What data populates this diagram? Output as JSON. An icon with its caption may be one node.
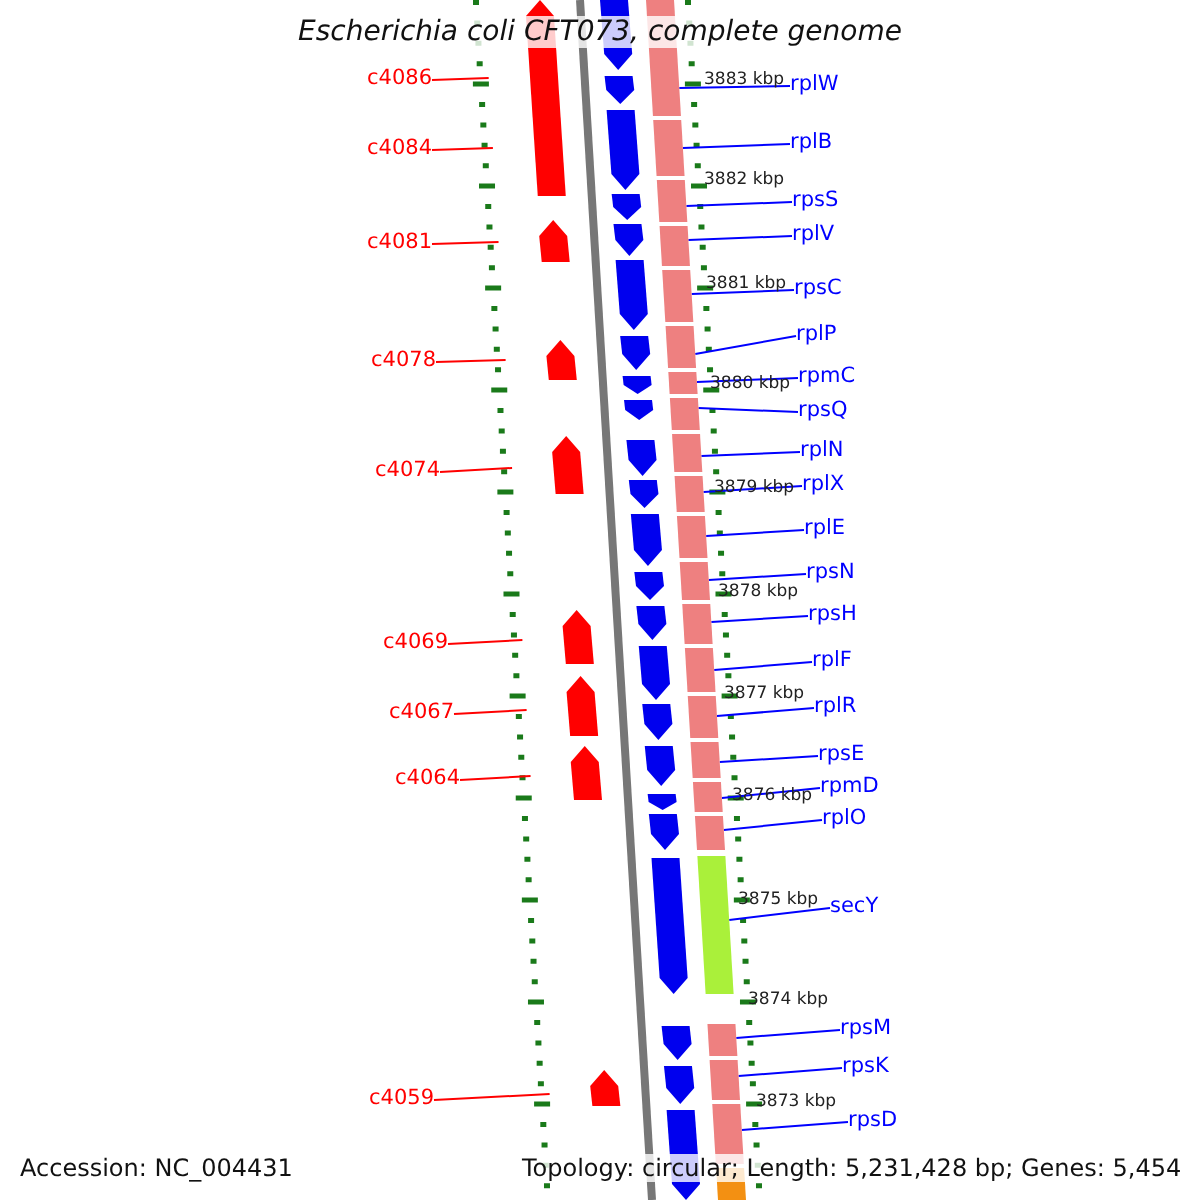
{
  "diagram": {
    "title": "Escherichia coli CFT073, complete genome",
    "nodes": [
      {
        "text": [
          "c4086"
        ]
      },
      {
        "text": [
          "c4084"
        ]
      },
      {
        "text": [
          "c4081"
        ]
      },
      {
        "text": [
          "c4078"
        ]
      },
      {
        "text": [
          "c4074"
        ]
      },
      {
        "text": [
          "c4069"
        ]
      },
      {
        "text": [
          "c4067"
        ]
      },
      {
        "text": [
          "c4064"
        ]
      },
      {
        "text": [
          "c4059"
        ]
      },
      {
        "text": [
          "rplW"
        ]
      },
      {
        "text": [
          "rplB"
        ]
      },
      {
        "text": [
          "rpsS"
        ]
      },
      {
        "text": [
          "rplV"
        ]
      },
      {
        "text": [
          "rpsC"
        ]
      },
      {
        "text": [
          "rplP"
        ]
      },
      {
        "text": [
          "rpmC"
        ]
      },
      {
        "text": [
          "rpsQ"
        ]
      },
      {
        "text": [
          "rplN"
        ]
      },
      {
        "text": [
          "rplX"
        ]
      },
      {
        "text": [
          "rplE"
        ]
      },
      {
        "text": [
          "rpsN"
        ]
      },
      {
        "text": [
          "rpsH"
        ]
      },
      {
        "text": [
          "rplF"
        ]
      },
      {
        "text": [
          "rplR"
        ]
      },
      {
        "text": [
          "rpsE"
        ]
      },
      {
        "text": [
          "rpmD"
        ]
      },
      {
        "text": [
          "rplO"
        ]
      },
      {
        "text": [
          "secY"
        ]
      },
      {
        "text": [
          "rpsM"
        ]
      },
      {
        "text": [
          "rpsK"
        ]
      },
      {
        "text": [
          "rpsD"
        ]
      },
      {
        "text": [],
        "shape": "bar"
      },
      {
        "text": [],
        "shape": "bar"
      },
      {
        "text": [],
        "shape": "bar"
      },
      {
        "text": [],
        "shape": "bar"
      },
      {
        "text": [],
        "shape": "bar"
      },
      {
        "text": [],
        "shape": "bar"
      },
      {
        "text": [],
        "shape": "bar"
      },
      {
        "text": [],
        "shape": "bar"
      },
      {
        "text": [],
        "shape": "bar"
      },
      {
        "text": [],
        "shape": "bar"
      },
      {
        "text": [],
        "shape": "bar"
      },
      {
        "text": [],
        "shape": "bar"
      },
      {
        "text": [],
        "shape": "bar"
      },
      {
        "text": [],
        "shape": "bar"
      },
      {
        "text": [],
        "shape": "bar"
      },
      {
        "text": [],
        "shape": "bar"
      },
      {
        "text": [],
        "shape": "bar"
      },
      {
        "text": [],
        "shape": "bar"
      },
      {
        "text": [],
        "shape": "bar"
      },
      {
        "text": [],
        "shape": "bar"
      },
      {
        "text": [],
        "shape": "bar"
      },
      {
        "text": [],
        "shape": "bar"
      },
      {
        "text": [],
        "shape": "bar"
      }
    ],
    "edges": [
      {
        "from": 0,
        "to": 53,
        "arrow": "none",
        "color": "#ff0000"
      },
      {
        "from": 1,
        "to": 53,
        "arrow": "none",
        "color": "#ff0000"
      },
      {
        "from": 2,
        "to": 53,
        "arrow": "none",
        "color": "#ff0000"
      },
      {
        "from": 3,
        "to": 53,
        "arrow": "none",
        "color": "#ff0000"
      },
      {
        "from": 4,
        "to": 53,
        "arrow": "none",
        "color": "#ff0000"
      },
      {
        "from": 5,
        "to": 53,
        "arrow": "none",
        "color": "#ff0000"
      },
      {
        "from": 6,
        "to": 53,
        "arrow": "none",
        "color": "#ff0000"
      },
      {
        "from": 7,
        "to": 53,
        "arrow": "none",
        "color": "#ff0000"
      },
      {
        "from": 8,
        "to": 53,
        "arrow": "none",
        "color": "#ff0000"
      },
      {
        "from": 9,
        "to": 31,
        "arrow": "none"
      },
      {
        "from": 10,
        "to": 32,
        "arrow": "none"
      },
      {
        "from": 11,
        "to": 33,
        "arrow": "none"
      },
      {
        "from": 12,
        "to": 34,
        "arrow": "none"
      },
      {
        "from": 13,
        "to": 35,
        "arrow": "none"
      },
      {
        "from": 14,
        "to": 36,
        "arrow": "none"
      },
      {
        "from": 15,
        "to": 37,
        "arrow": "none"
      },
      {
        "from": 16,
        "to": 38,
        "arrow": "none"
      },
      {
        "from": 17,
        "to": 39,
        "arrow": "none"
      },
      {
        "from": 18,
        "to": 40,
        "arrow": "none"
      },
      {
        "from": 19,
        "to": 41,
        "arrow": "none"
      },
      {
        "from": 20,
        "to": 42,
        "arrow": "none"
      },
      {
        "from": 21,
        "to": 43,
        "arrow": "none"
      },
      {
        "from": 22,
        "to": 44,
        "arrow": "none"
      },
      {
        "from": 23,
        "to": 45,
        "arrow": "none"
      },
      {
        "from": 24,
        "to": 46,
        "arrow": "none"
      },
      {
        "from": 25,
        "to": 47,
        "arrow": "none"
      },
      {
        "from": 26,
        "to": 48,
        "arrow": "none"
      },
      {
        "from": 27,
        "to": 49,
        "arrow": "none"
      },
      {
        "from": 28,
        "to": 50,
        "arrow": "none"
      },
      {
        "from": 29,
        "to": 51,
        "arrow": "none"
      },
      {
        "from": 30,
        "to": 52,
        "arrow": "none"
      }
    ],
    "labels": [
      "3883 kbp",
      "3882 kbp",
      "3881 kbp",
      "3880 kbp",
      "3879 kbp",
      "3878 kbp",
      "3877 kbp",
      "3876 kbp",
      "3875 kbp",
      "3874 kbp",
      "3873 kbp",
      "Accession: NC_004431",
      "Topology: circular; Length: 5,231,428 bp; Genes: 5,454"
    ]
  }
}
